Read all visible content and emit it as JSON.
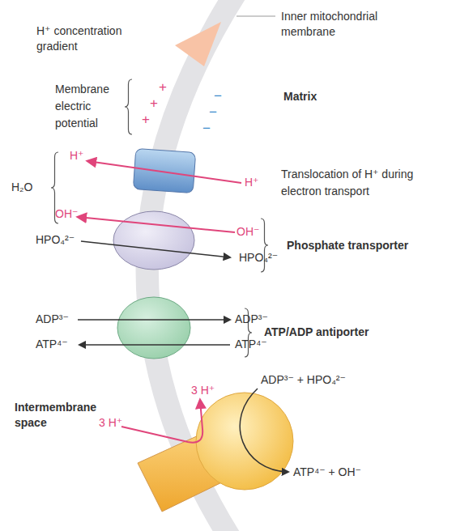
{
  "diagram": {
    "labels": [
      "H⁺ concentration gradient",
      "Inner mitochondrial membrane",
      "Membrane electric potential",
      "+",
      "+",
      "+",
      "−",
      "−",
      "−",
      "Matrix",
      "H⁺",
      "H⁺",
      "Translocation of H⁺ during electron transport",
      "H₂O",
      "OH⁻",
      "OH⁻",
      "HPO₄²⁻",
      "HPO₄²⁻",
      "Phosphate transporter",
      "ADP³⁻",
      "ADP³⁻",
      "ATP⁴⁻",
      "ATP⁴⁻",
      "ATP/ADP antiporter",
      "3 H⁺",
      "3 H⁺",
      "Intermembrane space",
      "ADP³⁻ + HPO₄²⁻",
      "ATP⁴⁻ + OH⁻"
    ]
  }
}
